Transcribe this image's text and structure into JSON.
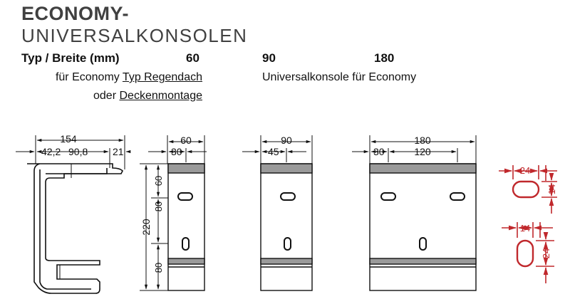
{
  "title": {
    "line1": "ECONOMY-",
    "line2": "UNIVERSALKONSOLEN"
  },
  "header": {
    "type_label": "Typ / Breite (mm)",
    "w60": "60",
    "w90": "90",
    "w180": "180"
  },
  "desc60": {
    "prefix1": "für Economy",
    "link1": "Typ Regendach",
    "prefix2": "oder",
    "link2": "Deckenmontage"
  },
  "desc90": "Universalkonsole für Economy",
  "dims": {
    "side_total": "154",
    "side_a": "42,2",
    "side_b": "90,8",
    "side_c": "21",
    "w60_total": "60",
    "w60_off": "30",
    "height_total": "220",
    "h_top": "60",
    "h_mid": "80",
    "h_bot": "80",
    "w90_total": "90",
    "w90_off": "45",
    "w180_total": "180",
    "w180_off": "30",
    "w180_gap": "120",
    "slot_h_len": "24",
    "slot_h_w": "14",
    "slot_v_w": "14",
    "slot_v_len": "24"
  },
  "colors": {
    "drawing": "#111111",
    "detail": "#c0282c"
  }
}
